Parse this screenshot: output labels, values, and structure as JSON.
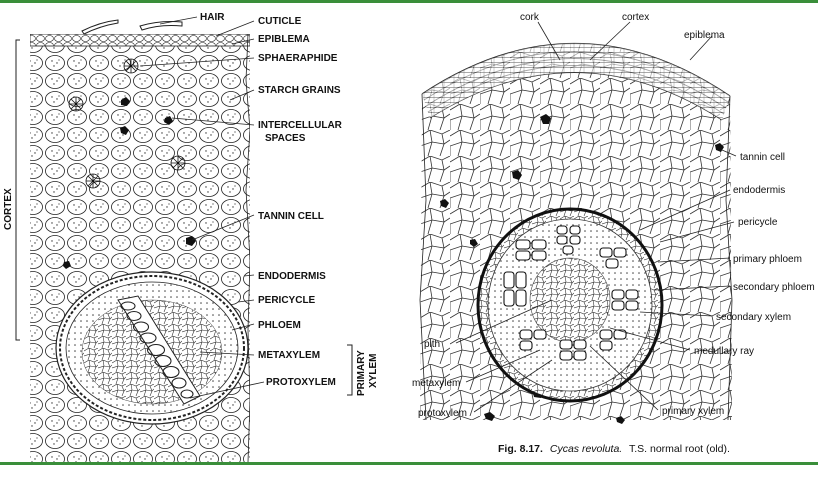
{
  "left_diagram": {
    "labels": {
      "hair": "HAIR",
      "cuticle": "CUTICLE",
      "epiblema": "EPIBLEMA",
      "sphaeraphide": "SPHAERAPHIDE",
      "starch_grains": "STARCH GRAINS",
      "intercellular_1": "INTERCELLULAR",
      "intercellular_2": "SPACES",
      "tannin_cell": "TANNIN CELL",
      "endodermis": "ENDODERMIS",
      "pericycle": "PERICYCLE",
      "phloem": "PHLOEM",
      "metaxylem": "METAXYLEM",
      "protoxylem": "PROTOXYLEM",
      "primary": "PRIMARY",
      "xylem": "XYLEM",
      "cortex": "CORTEX"
    }
  },
  "right_diagram": {
    "labels": {
      "cork": "cork",
      "cortex": "cortex",
      "epiblema": "epiblema",
      "tannin_cell": "tannin cell",
      "endodermis": "endodermis",
      "pericycle": "pericycle",
      "primary_phloem": "primary phloem",
      "secondary_phloem": "secondary phloem",
      "secondary_xylem": "secondary xylem",
      "pith": "pith",
      "medullary_ray": "medullary ray",
      "metaxylem": "metaxylem",
      "protoxylem": "protoxylem",
      "primary_xylem": "primary xylem"
    },
    "caption": {
      "fig_no": "Fig. 8.17.",
      "species": "Cycas revoluta.",
      "rest": "T.S. normal root (old)."
    }
  },
  "colors": {
    "rule": "#3a8e3a",
    "ink": "#111111"
  }
}
